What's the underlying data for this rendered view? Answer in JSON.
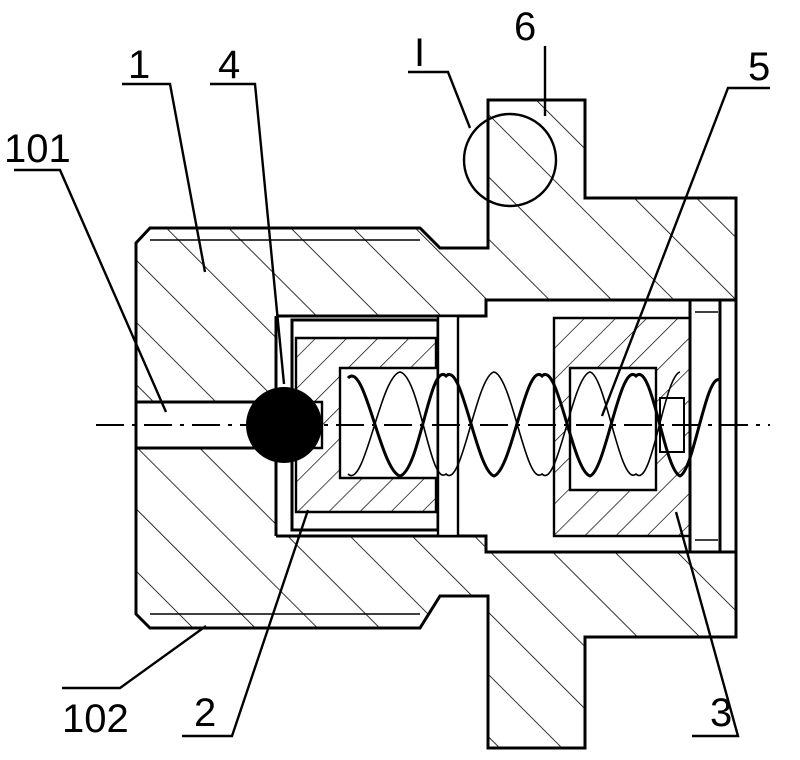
{
  "figure": {
    "type": "mechanical cross-section drawing",
    "labels": [
      {
        "id": "label-1",
        "text": "1"
      },
      {
        "id": "label-101",
        "text": "101"
      },
      {
        "id": "label-4",
        "text": "4"
      },
      {
        "id": "label-I",
        "text": "I"
      },
      {
        "id": "label-6",
        "text": "6"
      },
      {
        "id": "label-5",
        "text": "5"
      },
      {
        "id": "label-102",
        "text": "102"
      },
      {
        "id": "label-2",
        "text": "2"
      },
      {
        "id": "label-3",
        "text": "3"
      }
    ],
    "colors": {
      "line": "#000000",
      "background": "#ffffff",
      "ball": "#000000"
    }
  }
}
